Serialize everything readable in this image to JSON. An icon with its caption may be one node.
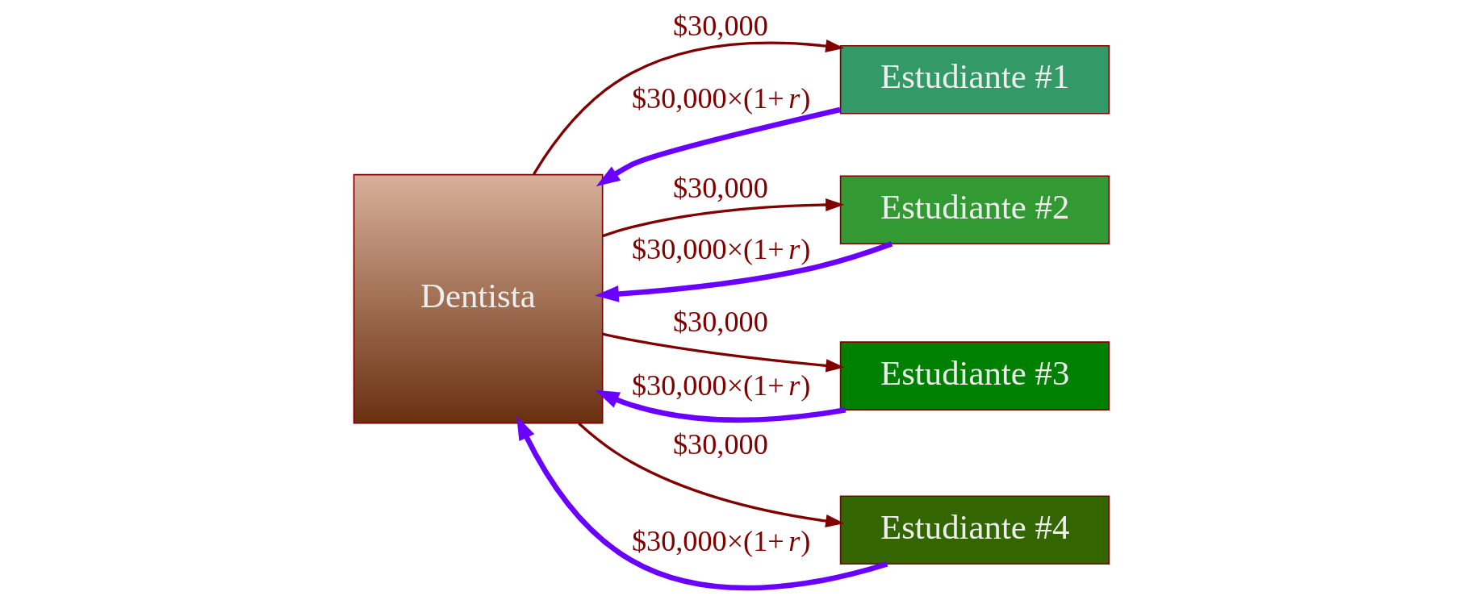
{
  "diagram": {
    "nodes": [
      {
        "text": [
          "Dentista"
        ]
      },
      {
        "text": [
          "Estudiante #1"
        ]
      },
      {
        "text": [
          "Estudiante #2"
        ]
      },
      {
        "text": [
          "Estudiante #3"
        ]
      },
      {
        "text": [
          "Estudiante #4"
        ]
      }
    ],
    "edges": [
      {
        "from": 0,
        "to": 1,
        "arrow": "to",
        "label": "$30,000",
        "color": "#800000"
      },
      {
        "from": 0,
        "to": 2,
        "arrow": "to",
        "label": "$30,000",
        "color": "#800000"
      },
      {
        "from": 0,
        "to": 3,
        "arrow": "to",
        "label": "$30,000",
        "color": "#800000"
      },
      {
        "from": 0,
        "to": 4,
        "arrow": "to",
        "label": "$30,000",
        "color": "#800000"
      },
      {
        "from": 1,
        "to": 0,
        "arrow": "to",
        "label": "$30,000×(1+*r*)",
        "style": "thick",
        "color": "#6a00ff"
      },
      {
        "from": 2,
        "to": 0,
        "arrow": "to",
        "label": "$30,000×(1+*r*)",
        "style": "thick",
        "color": "#6a00ff"
      },
      {
        "from": 3,
        "to": 0,
        "arrow": "to",
        "label": "$30,000×(1+*r*)",
        "style": "thick",
        "color": "#6a00ff"
      },
      {
        "from": 4,
        "to": 0,
        "arrow": "to",
        "label": "$30,000×(1+*r*)",
        "style": "thick",
        "color": "#6a00ff"
      }
    ]
  }
}
